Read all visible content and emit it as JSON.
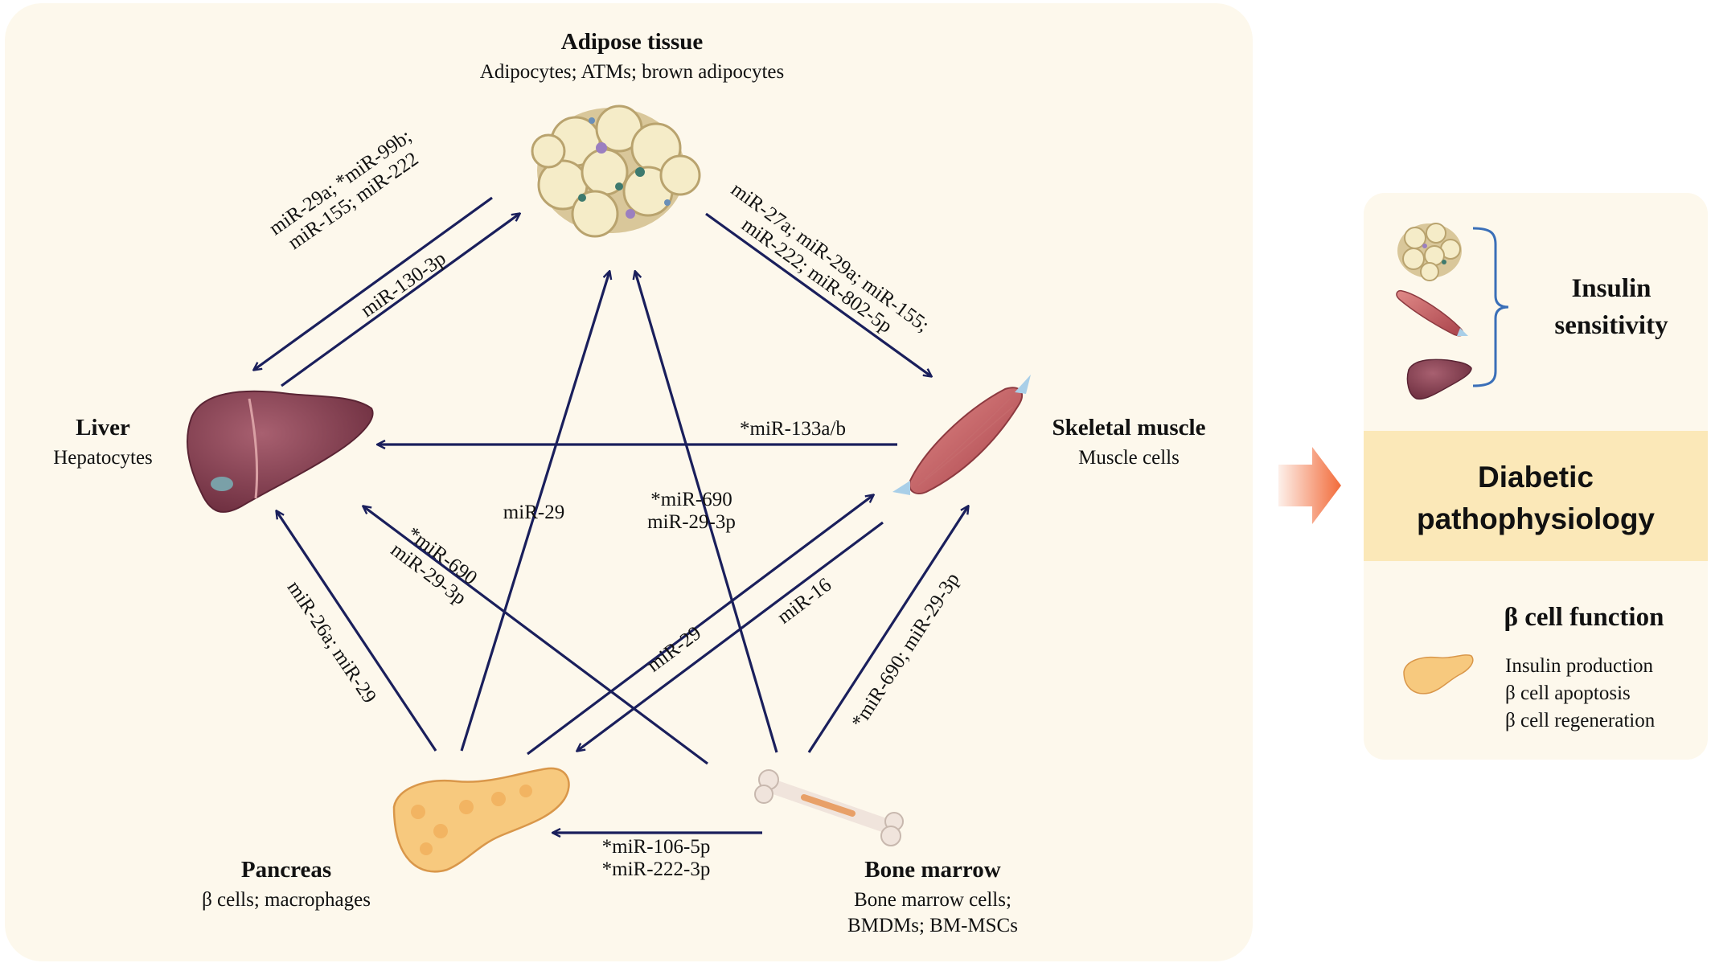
{
  "organs": {
    "adipose": {
      "name": "Adipose tissue",
      "cells": "Adipocytes; ATMs; brown adipocytes"
    },
    "liver": {
      "name": "Liver",
      "cells": "Hepatocytes"
    },
    "muscle": {
      "name": "Skeletal muscle",
      "cells": "Muscle cells"
    },
    "pancreas": {
      "name": "Pancreas",
      "cells": "β cells; macrophages"
    },
    "bone": {
      "name": "Bone marrow",
      "cells_1": "Bone marrow cells;",
      "cells_2": "BMDMs; BM-MSCs"
    }
  },
  "mirnas": {
    "adipose_to_liver_1": "miR-29a; *miR-99b;",
    "adipose_to_liver_2": "miR-155; miR-222",
    "liver_to_adipose": "miR-130-3p",
    "adipose_to_muscle_1": "miR-27a; miR-29a; miR-155;",
    "adipose_to_muscle_2": "miR-222; miR-802-5p",
    "muscle_to_liver": "*miR-133a/b",
    "pancreas_to_adipose": "miR-29",
    "bone_to_adipose_1": "*miR-690",
    "bone_to_adipose_2": "miR-29-3p",
    "bone_to_liver_1": "*miR-690",
    "bone_to_liver_2": "miR-29-3p",
    "pancreas_to_liver": "miR-26a; miR-29",
    "pancreas_to_muscle": "miR-29",
    "muscle_to_pancreas": "miR-16",
    "bone_to_muscle": "*miR-690; miR-29-3p",
    "bone_to_pancreas_1": "*miR-106-5p",
    "bone_to_pancreas_2": "*miR-222-3p"
  },
  "summary": {
    "insulin_1": "Insulin",
    "insulin_2": "sensitivity",
    "diabetic_1": "Diabetic",
    "diabetic_2": "pathophysiology",
    "beta_title": "β cell function",
    "beta_items": [
      "Insulin production",
      "β cell apoptosis",
      "β cell regeneration"
    ]
  },
  "colors": {
    "arrow": "#1a1f5c",
    "panel": "#fdf8ec",
    "band": "#fbe8b8",
    "bracket": "#3a6fb8"
  }
}
